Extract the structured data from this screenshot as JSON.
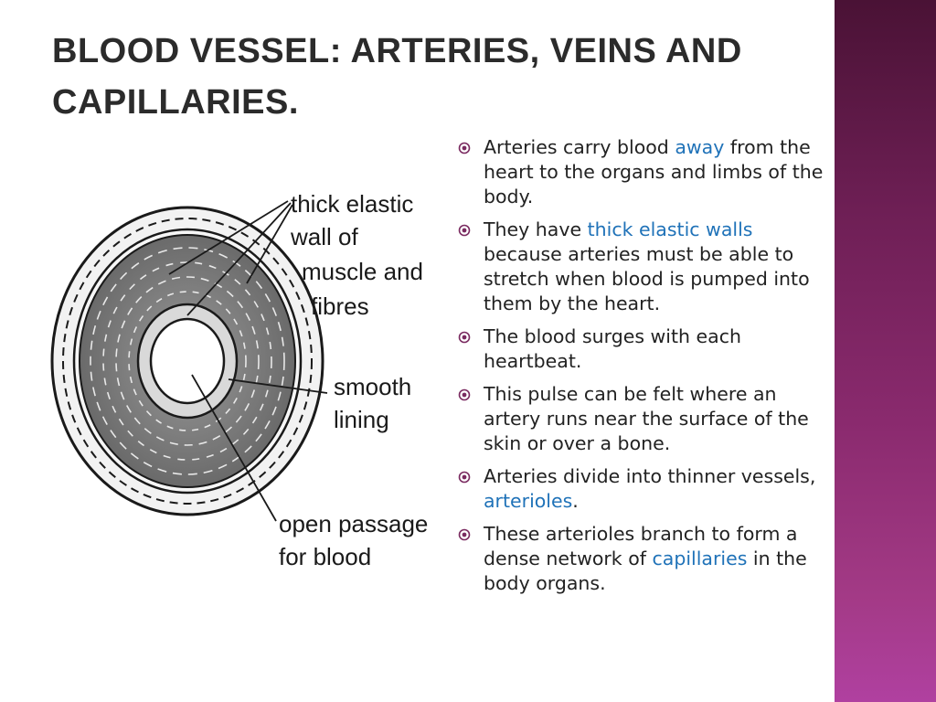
{
  "slide": {
    "title": "BLOOD VESSEL:  ARTERIES, VEINS AND CAPILLARIES."
  },
  "diagram": {
    "labels": {
      "wall": [
        "thick elastic",
        "wall of",
        "muscle and",
        "fibres"
      ],
      "lining": [
        "smooth",
        "lining"
      ],
      "passage": [
        "open passage",
        "for blood"
      ]
    }
  },
  "bullets": [
    {
      "parts": [
        {
          "text": "Arteries carry blood "
        },
        {
          "text": "away",
          "hl": true
        },
        {
          "text": " from the heart to the organs and limbs of the body."
        }
      ]
    },
    {
      "parts": [
        {
          "text": "They have "
        },
        {
          "text": "thick elastic walls",
          "hl": true
        },
        {
          "text": " because arteries must be able to stretch when blood is pumped into them by the heart."
        }
      ]
    },
    {
      "parts": [
        {
          "text": "The blood surges with each heartbeat."
        }
      ]
    },
    {
      "parts": [
        {
          "text": "This pulse can be felt where an artery runs near the surface of the skin or over a bone."
        }
      ]
    },
    {
      "parts": [
        {
          "text": "Arteries divide into thinner vessels, "
        },
        {
          "text": "arterioles",
          "hl": true
        },
        {
          "text": "."
        }
      ]
    },
    {
      "parts": [
        {
          "text": "These arterioles branch to form a dense network of "
        },
        {
          "text": "capillaries",
          "hl": true
        },
        {
          "text": " in the body organs."
        }
      ]
    }
  ],
  "colors": {
    "accent_band": "#8a2a6e",
    "highlight": "#1f72b8",
    "title": "#2b2b2b",
    "bullet_marker": "#7a2a60"
  },
  "icons": {
    "bullet": "circled-dot-icon"
  }
}
